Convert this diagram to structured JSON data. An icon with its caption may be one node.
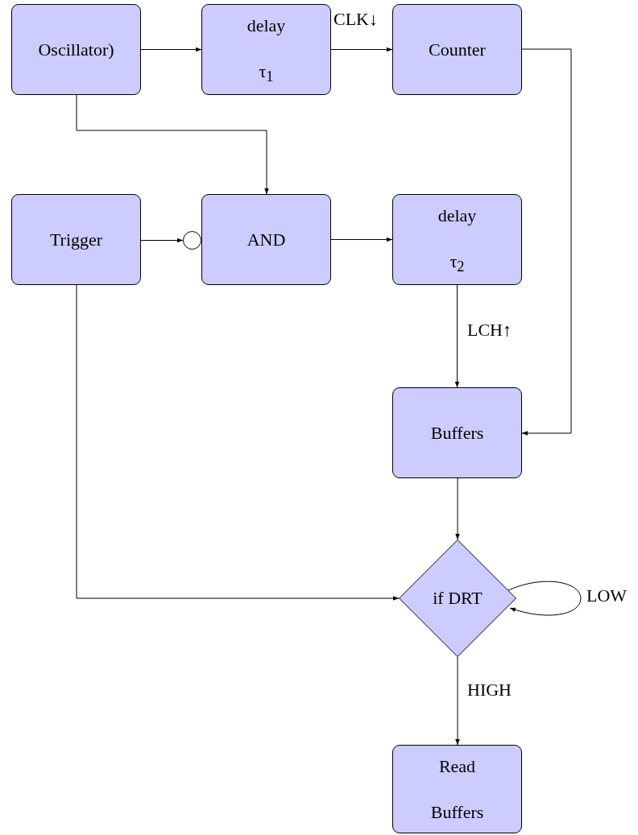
{
  "diagram": {
    "nodes": [
      {
        "text": [
          "Oscillator)"
        ]
      },
      {
        "text": [
          "delay τ$_{1}$"
        ]
      },
      {
        "text": [
          "Counter"
        ]
      },
      {
        "text": [
          "Trigger"
        ]
      },
      {
        "text": [],
        "shape": "circle"
      },
      {
        "text": [
          "AND"
        ]
      },
      {
        "text": [
          "delay τ$_{2}$"
        ]
      },
      {
        "text": [
          "Buffers"
        ]
      },
      {
        "text": [
          "if DRT"
        ]
      },
      {
        "text": [
          "Read Buffers"
        ]
      }
    ],
    "edges": [
      {
        "from": 0,
        "to": 1,
        "arrow": "to"
      },
      {
        "from": 1,
        "to": 2,
        "arrow": "to",
        "label": "CLK↓"
      },
      {
        "from": 0,
        "to": 5,
        "arrow": "to"
      },
      {
        "from": 3,
        "to": 4,
        "arrow": "to"
      },
      {
        "from": 5,
        "to": 6,
        "arrow": "to"
      },
      {
        "from": 2,
        "to": 7,
        "arrow": "to"
      },
      {
        "from": 6,
        "to": 7,
        "arrow": "to",
        "label": "LCH↑"
      },
      {
        "from": 7,
        "to": 8,
        "arrow": "to"
      },
      {
        "from": 3,
        "to": 8,
        "arrow": "to"
      },
      {
        "from": 8,
        "to": 8,
        "arrow": "to",
        "label": "LOW"
      },
      {
        "from": 8,
        "to": 9,
        "arrow": "to",
        "label": "HIGH"
      }
    ]
  }
}
